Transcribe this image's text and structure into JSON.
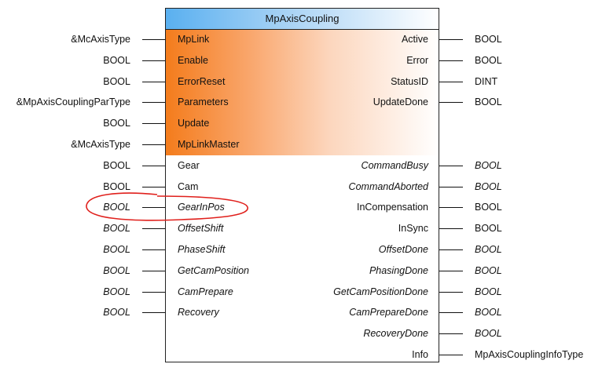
{
  "block": {
    "title": "MpAxisCoupling",
    "inputs": [
      {
        "name": "MpLink",
        "type": "&McAxisType",
        "italic": false,
        "band": true
      },
      {
        "name": "Enable",
        "type": "BOOL",
        "italic": false,
        "band": true
      },
      {
        "name": "ErrorReset",
        "type": "BOOL",
        "italic": false,
        "band": true
      },
      {
        "name": "Parameters",
        "type": "&MpAxisCouplingParType",
        "italic": false,
        "band": true
      },
      {
        "name": "Update",
        "type": "BOOL",
        "italic": false,
        "band": true
      },
      {
        "name": "MpLinkMaster",
        "type": "&McAxisType",
        "italic": false,
        "band": true
      },
      {
        "name": "Gear",
        "type": "BOOL",
        "italic": false,
        "band": false
      },
      {
        "name": "Cam",
        "type": "BOOL",
        "italic": false,
        "band": false
      },
      {
        "name": "GearInPos",
        "type": "BOOL",
        "italic": true,
        "band": false
      },
      {
        "name": "OffsetShift",
        "type": "BOOL",
        "italic": true,
        "band": false
      },
      {
        "name": "PhaseShift",
        "type": "BOOL",
        "italic": true,
        "band": false
      },
      {
        "name": "GetCamPosition",
        "type": "BOOL",
        "italic": true,
        "band": false
      },
      {
        "name": "CamPrepare",
        "type": "BOOL",
        "italic": true,
        "band": false
      },
      {
        "name": "Recovery",
        "type": "BOOL",
        "italic": true,
        "band": false
      }
    ],
    "outputs": [
      {
        "name": "Active",
        "type": "BOOL",
        "italic": false
      },
      {
        "name": "Error",
        "type": "BOOL",
        "italic": false
      },
      {
        "name": "StatusID",
        "type": "DINT",
        "italic": false
      },
      {
        "name": "UpdateDone",
        "type": "BOOL",
        "italic": false
      },
      null,
      null,
      {
        "name": "CommandBusy",
        "type": "BOOL",
        "italic": true
      },
      {
        "name": "CommandAborted",
        "type": "BOOL",
        "italic": true
      },
      {
        "name": "InCompensation",
        "type": "BOOL",
        "italic": false
      },
      {
        "name": "InSync",
        "type": "BOOL",
        "italic": false
      },
      {
        "name": "OffsetDone",
        "type": "BOOL",
        "italic": true
      },
      {
        "name": "PhasingDone",
        "type": "BOOL",
        "italic": true
      },
      {
        "name": "GetCamPositionDone",
        "type": "BOOL",
        "italic": true
      },
      {
        "name": "CamPrepareDone",
        "type": "BOOL",
        "italic": true
      },
      {
        "name": "RecoveryDone",
        "type": "BOOL",
        "italic": true
      },
      {
        "name": "Info",
        "type": "MpAxisCouplingInfoType",
        "italic": false
      }
    ]
  },
  "highlight": {
    "target": "GearInPos",
    "color": "#e0201c"
  }
}
